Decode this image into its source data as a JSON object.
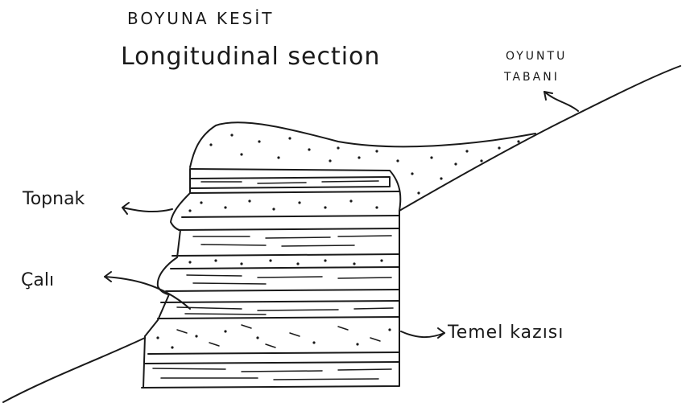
{
  "title": {
    "line1": "BOYUNA KESİT",
    "line2": "Longitudinal section"
  },
  "labels": {
    "oyuntu_line1": "OYUNTU",
    "oyuntu_line2": "TABANI",
    "topnak": "Topnak",
    "cali": "Çalı",
    "temel": "Temel kazısı"
  }
}
